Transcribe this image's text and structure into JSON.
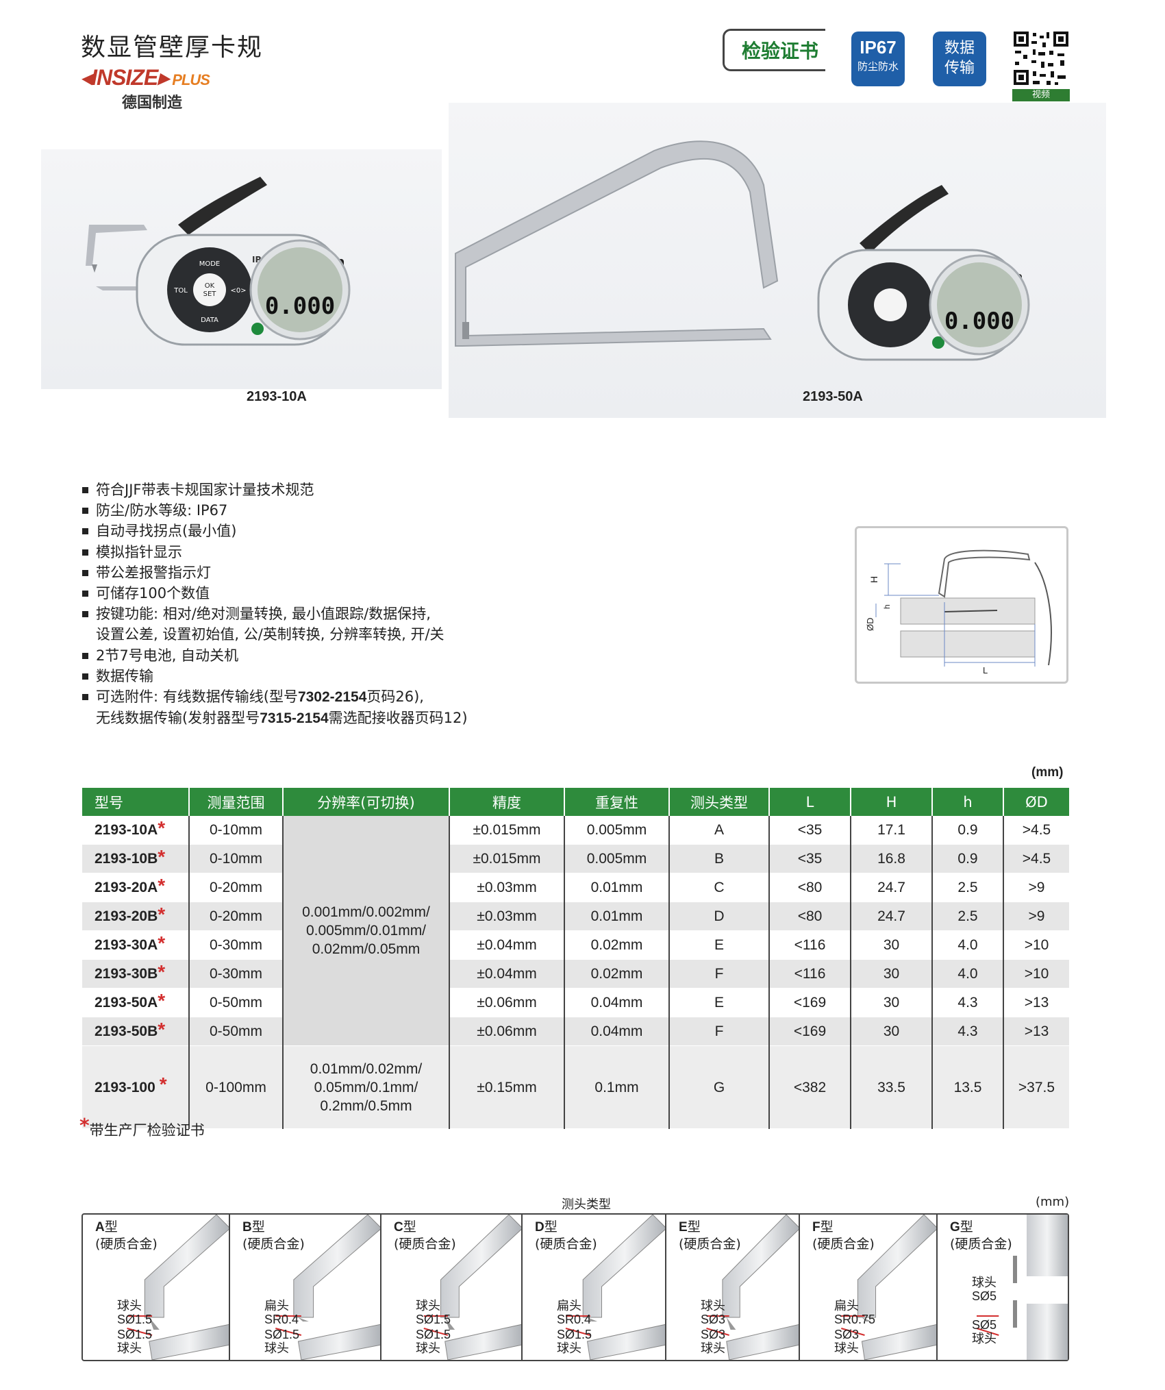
{
  "header": {
    "title": "数显管壁厚卡规",
    "brand": "INSIZE",
    "brand_plus": "PLUS",
    "made_in": "德国制造",
    "cert_label": "检验证书",
    "ip_rating": "IP67",
    "ip_sub": "防尘防水",
    "data_transfer_1": "数据",
    "data_transfer_2": "传输",
    "qr_label": "视频"
  },
  "photos": {
    "left_model": "2193-10A",
    "right_model": "2193-50A",
    "display_value": "0.000",
    "keys": {
      "mode": "MODE",
      "tol": "TOL",
      "ok": "OK",
      "set": "SET",
      "zero": "<0>",
      "data": "DATA",
      "ip": "IP67"
    }
  },
  "features": [
    "符合JJF带表卡规国家计量技术规范",
    "防尘/防水等级: IP67",
    "自动寻找拐点(最小值)",
    "模拟指针显示",
    "带公差报警指示灯",
    "可储存100个数值",
    "按键功能: 相对/绝对测量转换, 最小值跟踪/数据保持,",
    "2节7号电池, 自动关机",
    "数据传输",
    "可选附件: 有线数据传输线(型号"
  ],
  "feature_cont": {
    "keys_line2": "设置公差, 设置初始值, 公/英制转换, 分辨率转换, 开/关",
    "acc_model1": "7302-2154",
    "acc_after1": "页码26),",
    "acc_line2_pre": "无线数据传输(发射器型号",
    "acc_model2": "7315-2154",
    "acc_line2_post": "需选配接收器页码12)"
  },
  "diagram": {
    "H": "H",
    "h": "h",
    "OD": "ØD",
    "L": "L"
  },
  "table": {
    "unit": "(mm)",
    "headers": [
      "型号",
      "测量范围",
      "分辨率(可切换)",
      "精度",
      "重复性",
      "测头类型",
      "L",
      "H",
      "h",
      "ØD"
    ],
    "resolution_group1": [
      "0.001mm/0.002mm/",
      "0.005mm/0.01mm/",
      "0.02mm/0.05mm"
    ],
    "rows": [
      {
        "model": "2193-10A",
        "range": "0-10mm",
        "accuracy": "±0.015mm",
        "repeat": "0.005mm",
        "probe": "A",
        "L": "<35",
        "H": "17.1",
        "h": "0.9",
        "D": ">4.5"
      },
      {
        "model": "2193-10B",
        "range": "0-10mm",
        "accuracy": "±0.015mm",
        "repeat": "0.005mm",
        "probe": "B",
        "L": "<35",
        "H": "16.8",
        "h": "0.9",
        "D": ">4.5"
      },
      {
        "model": "2193-20A",
        "range": "0-20mm",
        "accuracy": "±0.03mm",
        "repeat": "0.01mm",
        "probe": "C",
        "L": "<80",
        "H": "24.7",
        "h": "2.5",
        "D": ">9"
      },
      {
        "model": "2193-20B",
        "range": "0-20mm",
        "accuracy": "±0.03mm",
        "repeat": "0.01mm",
        "probe": "D",
        "L": "<80",
        "H": "24.7",
        "h": "2.5",
        "D": ">9"
      },
      {
        "model": "2193-30A",
        "range": "0-30mm",
        "accuracy": "±0.04mm",
        "repeat": "0.02mm",
        "probe": "E",
        "L": "<116",
        "H": "30",
        "h": "4.0",
        "D": ">10"
      },
      {
        "model": "2193-30B",
        "range": "0-30mm",
        "accuracy": "±0.04mm",
        "repeat": "0.02mm",
        "probe": "F",
        "L": "<116",
        "H": "30",
        "h": "4.0",
        "D": ">10"
      },
      {
        "model": "2193-50A",
        "range": "0-50mm",
        "accuracy": "±0.06mm",
        "repeat": "0.04mm",
        "probe": "E",
        "L": "<169",
        "H": "30",
        "h": "4.3",
        "D": ">13"
      },
      {
        "model": "2193-50B",
        "range": "0-50mm",
        "accuracy": "±0.06mm",
        "repeat": "0.04mm",
        "probe": "F",
        "L": "<169",
        "H": "30",
        "h": "4.3",
        "D": ">13"
      }
    ],
    "last_row": {
      "model": "2193-100",
      "range": "0-100mm",
      "res": [
        "0.01mm/0.02mm/",
        "0.05mm/0.1mm/",
        "0.2mm/0.5mm"
      ],
      "accuracy": "±0.15mm",
      "repeat": "0.1mm",
      "probe": "G",
      "L": "<382",
      "H": "33.5",
      "h": "13.5",
      "D": ">37.5"
    },
    "star": "*",
    "footnote": "带生产厂检验证书"
  },
  "probe_types": {
    "title": "测头类型",
    "unit": "(mm)",
    "items": [
      {
        "type": "A",
        "suffix": "型",
        "material": "(硬质合金)",
        "top1": "球头",
        "top2": "SØ1.5",
        "bot1": "SØ1.5",
        "bot2": "球头"
      },
      {
        "type": "B",
        "suffix": "型",
        "material": "(硬质合金)",
        "top1": "扁头",
        "top2": "SR0.4",
        "bot1": "SØ1.5",
        "bot2": "球头"
      },
      {
        "type": "C",
        "suffix": "型",
        "material": "(硬质合金)",
        "top1": "球头",
        "top2": "SØ1.5",
        "bot1": "SØ1.5",
        "bot2": "球头"
      },
      {
        "type": "D",
        "suffix": "型",
        "material": "(硬质合金)",
        "top1": "扁头",
        "top2": "SR0.4",
        "bot1": "SØ1.5",
        "bot2": "球头"
      },
      {
        "type": "E",
        "suffix": "型",
        "material": "(硬质合金)",
        "top1": "球头",
        "top2": "SØ3",
        "bot1": "SØ3",
        "bot2": "球头"
      },
      {
        "type": "F",
        "suffix": "型",
        "material": "(硬质合金)",
        "top1": "扁头",
        "top2": "SR0.75",
        "bot1": "SØ3",
        "bot2": "球头"
      },
      {
        "type": "G",
        "suffix": "型",
        "material": "(硬质合金)",
        "top1": "球头",
        "top2": "SØ5",
        "bot1": "SØ5",
        "bot2": "球头"
      }
    ]
  },
  "colors": {
    "green": "#2e8b3c",
    "blue": "#1f5fa8",
    "red": "#d32f2f"
  }
}
